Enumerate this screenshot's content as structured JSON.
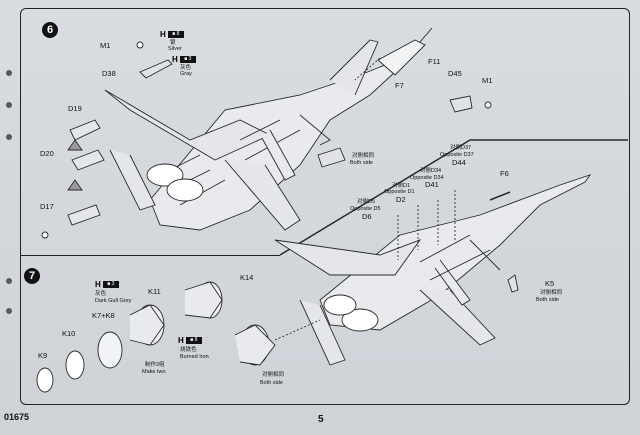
{
  "doc": {
    "code": "01675",
    "page_number": "5"
  },
  "steps": [
    "6",
    "7"
  ],
  "step6": {
    "paint_marks": [
      {
        "h": "H",
        "box": "■ 8",
        "cn": "银",
        "en": "Silver"
      },
      {
        "h": "H",
        "box": "■ 3",
        "cn": "灰色",
        "en": "Gray"
      }
    ],
    "parts": {
      "m1a": "M1",
      "d38": "D38",
      "f11": "F11",
      "f7": "F7",
      "d45": "D45",
      "m1b": "M1",
      "d19": "D19",
      "d20": "D20",
      "d17": "D17"
    },
    "callout_both_a": {
      "cn": "对侧相同",
      "en": "Both side"
    }
  },
  "step6b": {
    "opp_d37": {
      "cn": "对侧D37",
      "en": "Opposite D37",
      "part": "D44"
    },
    "opp_d34": {
      "cn": "对侧D34",
      "en": "Opposite D34",
      "part": "D41"
    },
    "opp_d1": {
      "cn": "对侧D1",
      "en": "Opposite D1",
      "part": "D2"
    },
    "opp_d5": {
      "cn": "对侧D5",
      "en": "Opposite D5",
      "part": "D6"
    },
    "f6": "F6",
    "k5": "K5",
    "k5_note": {
      "cn": "对侧相同",
      "en": "Both side"
    }
  },
  "step7": {
    "paint_marks": [
      {
        "h": "H",
        "box": "■ 3",
        "cn": "灰色",
        "en": "Dark Gull Grey"
      },
      {
        "h": "H",
        "box": "■ 8",
        "cn": "烧铁色",
        "en": "Burned Iron"
      }
    ],
    "parts": {
      "k14": "K14",
      "k11": "K11",
      "k7k8": "K7+K8",
      "k10": "K10",
      "k9": "K9"
    },
    "make_two": {
      "cn": "制作2组",
      "en": "Make two"
    },
    "both_side": {
      "cn": "对侧相同",
      "en": "Both side"
    }
  }
}
